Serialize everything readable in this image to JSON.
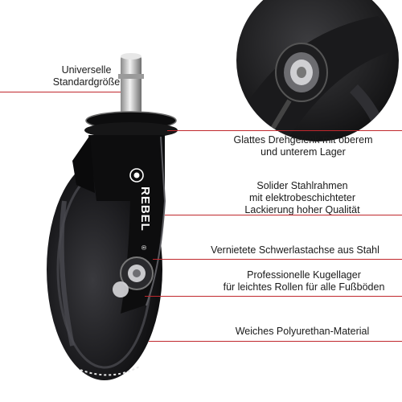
{
  "brand": {
    "name": "REBEL",
    "registered_mark": "®"
  },
  "labels": {
    "standard_size": [
      "Universelle",
      "Standardgröße"
    ],
    "swivel_joint": [
      "Glattes Drehgelenk mit oberem",
      "und unterem Lager"
    ],
    "steel_frame": [
      "Solider Stahlrahmen",
      "mit elektrobeschichteter",
      "Lackierung hoher Qualität"
    ],
    "axle": [
      "Vernietete Schwerlastachse aus Stahl"
    ],
    "ball_bearings": [
      "Professionelle Kugellager",
      "für leichtes Rollen für alle Fußböden"
    ],
    "material": [
      "Weiches Polyurethan-Material"
    ]
  },
  "colors": {
    "accent_line": "#c0282d",
    "wheel": "#1b1b1d",
    "frame": "#0d0d0e"
  },
  "icons": [
    "rebel-logo-icon"
  ]
}
